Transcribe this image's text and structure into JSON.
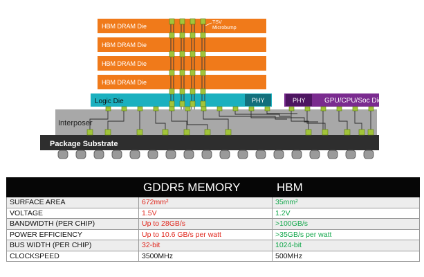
{
  "diagram": {
    "dram_dies": [
      "HBM DRAM Die",
      "HBM DRAM Die",
      "HBM DRAM Die",
      "HBM DRAM Die"
    ],
    "tsv_label": "TSV",
    "microbump_label": "Microbump",
    "logic_die_label": "Logic Die",
    "phy_label": "PHY",
    "gpu_phy_label": "PHY",
    "gpu_die_label": "GPU/CPU/Soc Die",
    "interposer_label": "Interposer",
    "substrate_label": "Package Substrate"
  },
  "table": {
    "headers": [
      "",
      "GDDR5 MEMORY",
      "HBM"
    ],
    "rows": [
      {
        "param": "SURFACE AREA",
        "gddr5": "672mm²",
        "hbm": "35mm²"
      },
      {
        "param": "VOLTAGE",
        "gddr5": "1.5V",
        "hbm": "1.2V"
      },
      {
        "param": "BANDWIDTH (PER CHIP)",
        "gddr5": "Up to 28GB/s",
        "hbm": ">100GB/s"
      },
      {
        "param": "POWER EFFICIENCY",
        "gddr5": "Up to 10.6 GB/s per watt",
        "hbm": ">35GB/s per watt"
      },
      {
        "param": "BUS WIDTH (PER CHIP)",
        "gddr5": "32-bit",
        "hbm": "1024-bit"
      },
      {
        "param": "CLOCKSPEED",
        "gddr5": "3500MHz",
        "hbm": "500MHz"
      }
    ]
  },
  "colors": {
    "dram": "#f07a1a",
    "logic_die": "#1bb0bf",
    "gpu_die": "#7a2b8f",
    "interposer": "#a8a8a8",
    "substrate": "#2e2e2e",
    "bump": "#a2c43a",
    "gddr5_text": "#e0261c",
    "hbm_text": "#12a74b"
  }
}
